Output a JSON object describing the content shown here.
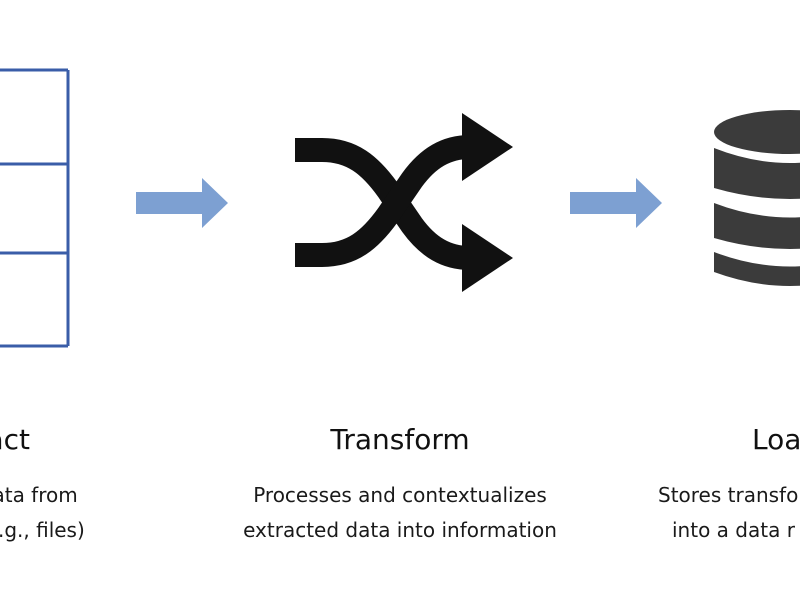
{
  "colors": {
    "outline_blue": "#3a5da8",
    "arrow_blue": "#7da0d2",
    "icon_black": "#111111",
    "db_gray": "#3b3b3b"
  },
  "steps": [
    {
      "title": "Extract",
      "title_visible": "tract",
      "desc_line1": "s data from",
      "desc_line2": "rces (e.g., files)",
      "icon": "table-icon"
    },
    {
      "title": "Transform",
      "desc_line1": "Processes and contextualizes",
      "desc_line2": "extracted data into information",
      "icon": "shuffle-icon"
    },
    {
      "title": "Loa",
      "desc_line1": "Stores transfo",
      "desc_line2": "into a data r",
      "icon": "database-icon"
    }
  ],
  "connectors": [
    {
      "from": "Extract",
      "to": "Transform",
      "icon": "right-arrow-icon"
    },
    {
      "from": "Transform",
      "to": "Load",
      "icon": "right-arrow-icon"
    }
  ]
}
